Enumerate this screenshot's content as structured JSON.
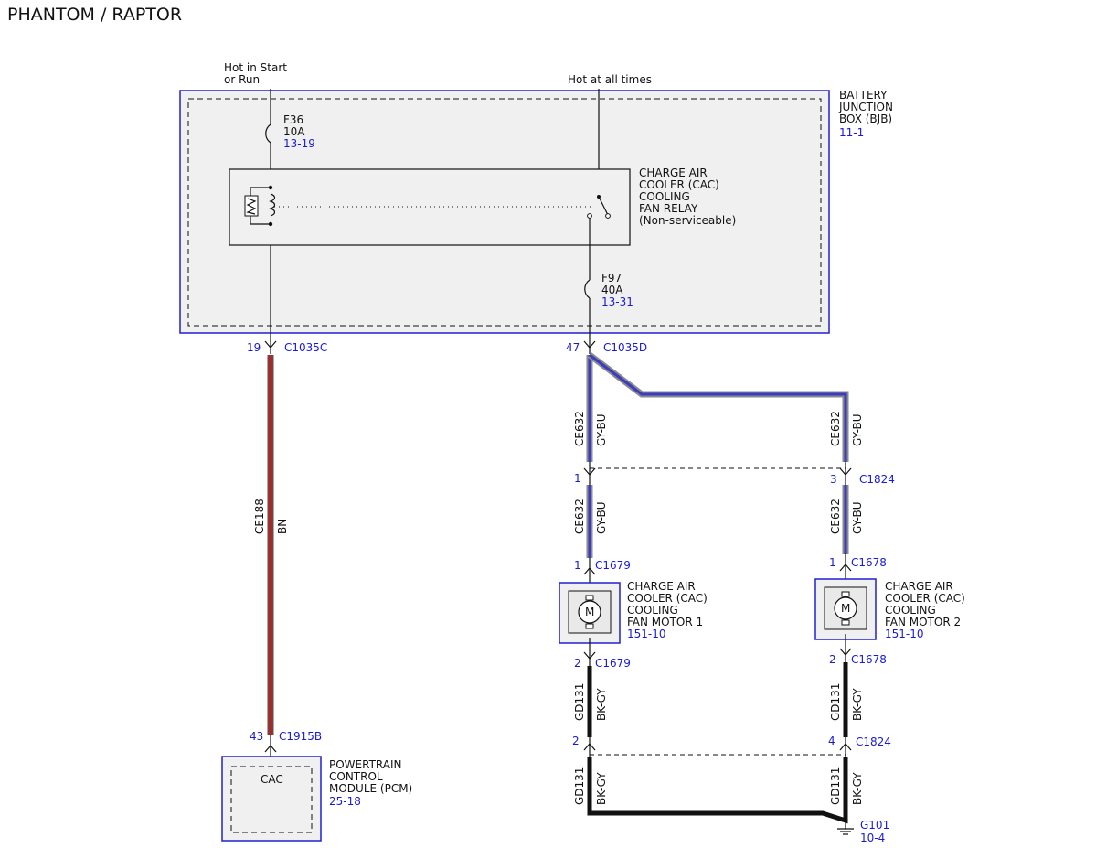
{
  "title": "PHANTOM / RAPTOR",
  "power": {
    "hot_start_run_1": "Hot in Start",
    "hot_start_run_2": "or Run",
    "hot_all_times": "Hot at all times"
  },
  "bjb": {
    "label_1": "BATTERY",
    "label_2": "JUNCTION",
    "label_3": "BOX (BJB)",
    "ref": "11-1"
  },
  "fuses": [
    {
      "name": "F36",
      "rating": "10A",
      "ref": "13-19"
    },
    {
      "name": "F97",
      "rating": "40A",
      "ref": "13-31"
    }
  ],
  "relay": {
    "label_1": "CHARGE AIR",
    "label_2": "COOLER (CAC)",
    "label_3": "COOLING",
    "label_4": "FAN RELAY",
    "label_5": "(Non-serviceable)"
  },
  "connectors": {
    "c1035c_pin": "19",
    "c1035c": "C1035C",
    "c1035d_pin": "47",
    "c1035d": "C1035D",
    "c1915b_pin": "43",
    "c1915b": "C1915B",
    "c1824_pin_a": "1",
    "c1824_pin_b": "3",
    "c1824": "C1824",
    "c1679_pin_1": "1",
    "c1679_pin_2": "2",
    "c1679": "C1679",
    "c1678_pin_1": "1",
    "c1678_pin_2": "2",
    "c1678": "C1678",
    "c1824_gnd_pin_a": "2",
    "c1824_gnd_pin_b": "4"
  },
  "wires": {
    "ce188_circuit": "CE188",
    "ce188_color": "BN",
    "ce632_circuit": "CE632",
    "ce632_color": "GY-BU",
    "gd131_circuit": "GD131",
    "gd131_color": "BK-GY"
  },
  "motor1": {
    "label_1": "CHARGE AIR",
    "label_2": "COOLER (CAC)",
    "label_3": "COOLING",
    "label_4": "FAN MOTOR 1",
    "ref": "151-10",
    "symbol": "M"
  },
  "motor2": {
    "label_1": "CHARGE AIR",
    "label_2": "COOLER (CAC)",
    "label_3": "COOLING",
    "label_4": "FAN MOTOR 2",
    "ref": "151-10",
    "symbol": "M"
  },
  "pcm": {
    "inner": "CAC",
    "label_1": "POWERTRAIN",
    "label_2": "CONTROL",
    "label_3": "MODULE (PCM)",
    "ref": "25-18"
  },
  "ground": {
    "name": "G101",
    "ref": "10-4"
  },
  "colors": {
    "brown_wire": "#a52a2a",
    "gray_blue_outer": "#8a8a8a",
    "gray_blue_inner": "#3b3bc4",
    "black_wire": "#111111",
    "frame_blue": "#2020d0",
    "box_fill": "#f0f0f0"
  }
}
